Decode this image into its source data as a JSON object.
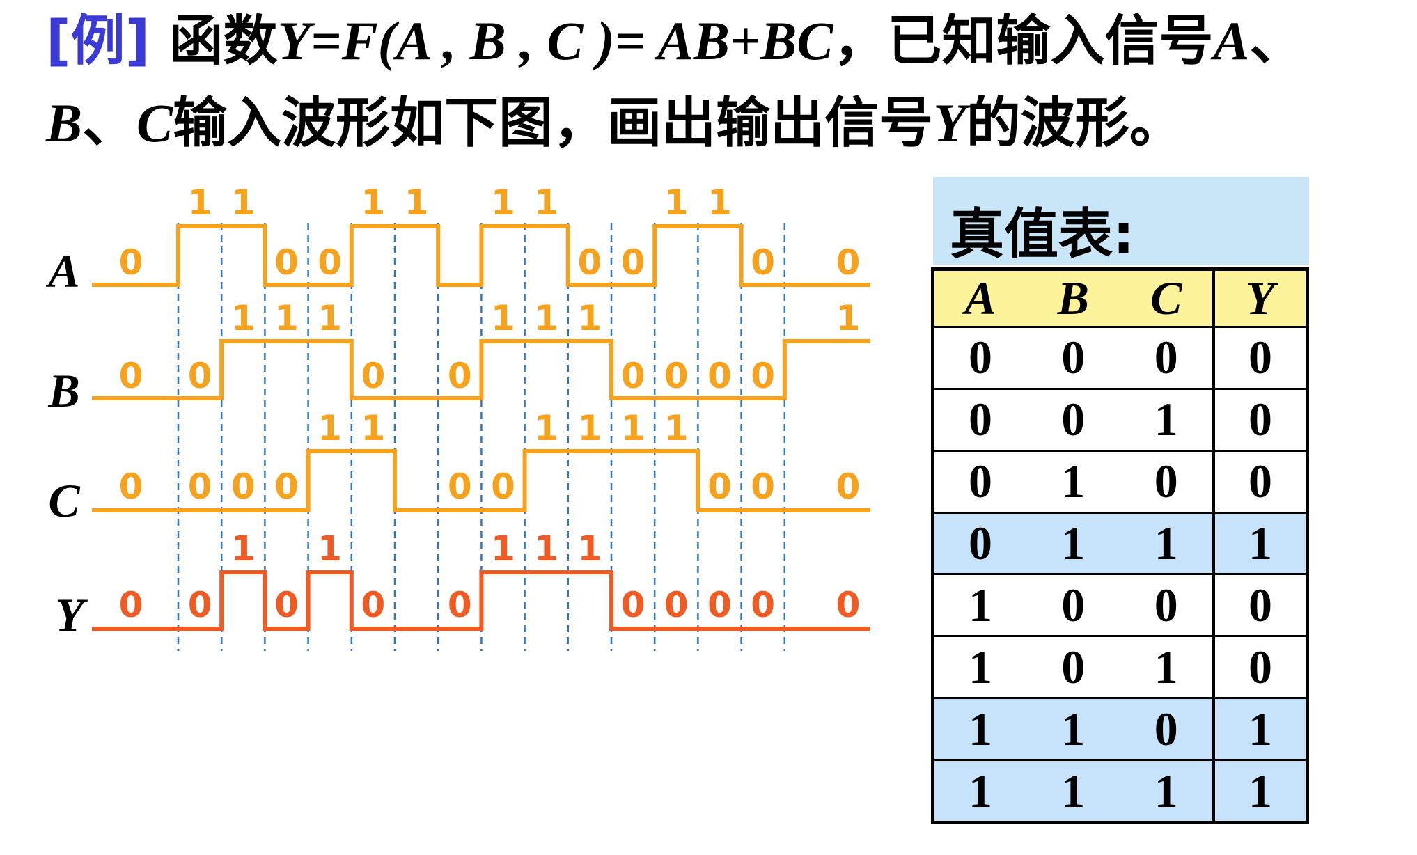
{
  "problem": {
    "tag": "[例]",
    "line1_a": "函数",
    "line1_formula": "Y=F(A , B , C )= AB+BC",
    "line1_b": "，已知输入信号",
    "line1_c": "A",
    "line1_d": "、",
    "line2_a": "B",
    "line2_b": "、",
    "line2_c": "C",
    "line2_d": "输入波形如下图，画出输出信号",
    "line2_e": "Y",
    "line2_f": "的波形。"
  },
  "waveform": {
    "colors": {
      "input": "#f7a21c",
      "output": "#f15a22",
      "grid": "#2f78c4"
    },
    "signals": [
      {
        "name": "A",
        "levels": [
          0,
          1,
          1,
          0,
          0,
          1,
          1,
          0,
          1,
          1,
          0,
          0,
          1,
          1,
          0,
          0
        ],
        "labels": [
          0,
          1,
          1,
          0,
          0,
          1,
          1,
          0,
          1,
          1,
          0,
          0,
          1,
          1,
          0,
          0
        ],
        "skip": [
          7
        ]
      },
      {
        "name": "B",
        "levels": [
          0,
          0,
          1,
          1,
          1,
          0,
          0,
          0,
          1,
          1,
          1,
          0,
          0,
          0,
          0,
          1
        ],
        "labels": [
          0,
          0,
          1,
          1,
          1,
          0,
          0,
          0,
          1,
          1,
          1,
          0,
          0,
          0,
          0,
          1
        ],
        "skip": [
          6
        ]
      },
      {
        "name": "C",
        "levels": [
          0,
          0,
          0,
          0,
          1,
          1,
          0,
          0,
          0,
          1,
          1,
          1,
          1,
          0,
          0,
          0
        ],
        "labels": [
          0,
          0,
          0,
          0,
          1,
          1,
          0,
          0,
          0,
          1,
          1,
          1,
          1,
          0,
          0,
          0
        ],
        "skip": [
          6
        ]
      },
      {
        "name": "Y",
        "levels": [
          0,
          0,
          1,
          0,
          1,
          0,
          0,
          0,
          1,
          1,
          1,
          0,
          0,
          0,
          0,
          0
        ],
        "labels": [
          0,
          0,
          1,
          0,
          1,
          0,
          0,
          0,
          1,
          1,
          1,
          0,
          0,
          0,
          0,
          0
        ],
        "skip": [
          6
        ]
      }
    ]
  },
  "truth_table": {
    "title": "真值表:",
    "headers": [
      "A",
      "B",
      "C",
      "Y"
    ],
    "rows": [
      [
        "0",
        "0",
        "0",
        "0"
      ],
      [
        "0",
        "0",
        "1",
        "0"
      ],
      [
        "0",
        "1",
        "0",
        "0"
      ],
      [
        "0",
        "1",
        "1",
        "1"
      ],
      [
        "1",
        "0",
        "0",
        "0"
      ],
      [
        "1",
        "0",
        "1",
        "0"
      ],
      [
        "1",
        "1",
        "0",
        "1"
      ],
      [
        "1",
        "1",
        "1",
        "1"
      ]
    ],
    "highlighted_rows": [
      3,
      6,
      7
    ],
    "highlight_color": "#c6e3fb",
    "header_color": "#fdf39a"
  }
}
